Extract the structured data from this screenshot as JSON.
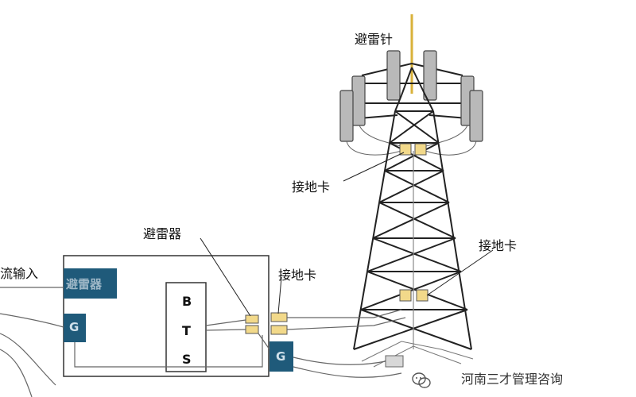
{
  "labels": {
    "lightning_rod": "避雷针",
    "grounding_clip_top": "接地卡",
    "grounding_clip_right": "接地卡",
    "grounding_clip_box": "接地卡",
    "surge_arrester": "避雷器",
    "ac_input": "流输入"
  },
  "box": {
    "arrester_cell": "避雷器",
    "g_left": "G",
    "g_right": "G",
    "bts_letters": [
      "B",
      "T",
      "S"
    ]
  },
  "watermark": {
    "text": "河南三才管理咨询",
    "icon": "wechat-icon"
  },
  "colors": {
    "box_fill": "#1f5a7a",
    "clip_fill": "#f2d98a",
    "panel_fill": "#b9b9b9",
    "line": "#222222"
  }
}
